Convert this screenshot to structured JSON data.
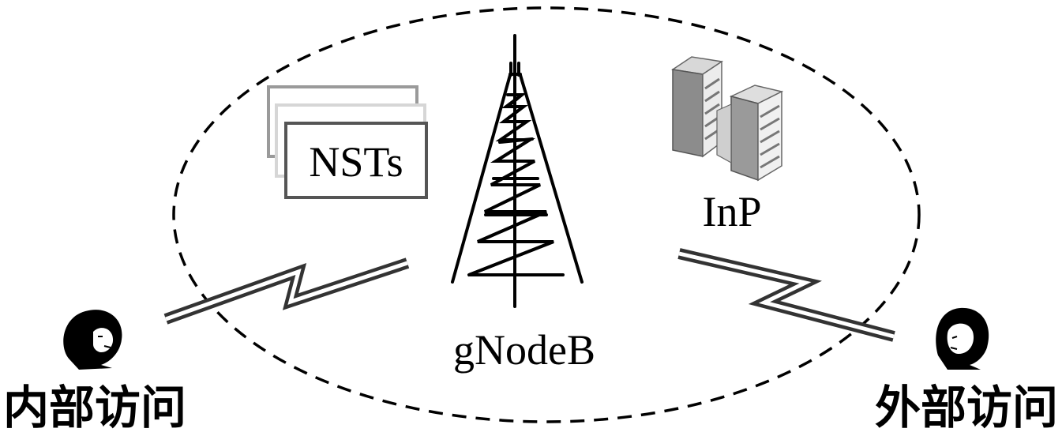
{
  "labels": {
    "nsts": "NSTs",
    "inp": "InP",
    "gnodeb": "gNodeB",
    "internal_access": "内部访问",
    "external_access": "外部访问"
  },
  "colors": {
    "stroke": "#000000",
    "link": "#333333",
    "server_light": "#e6e6e6",
    "server_dark": "#9a9a9a",
    "card_border": "#555555"
  },
  "icons": {
    "tower": "radio-tower-icon",
    "server": "server-icon",
    "user": "user-icon",
    "link": "wireless-link-icon",
    "cards": "stacked-cards-icon"
  }
}
